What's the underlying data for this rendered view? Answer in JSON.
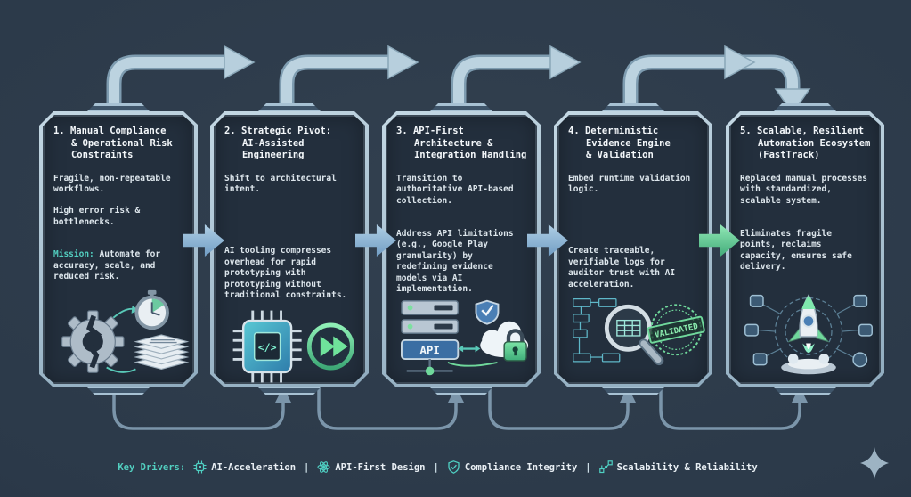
{
  "colors": {
    "background": "#2c3a4c",
    "panel_border": "#a7c1d3",
    "panel_bg": "#232f3d",
    "accent_teal": "#52cfc0",
    "arrow_pipe": "#b7cfdd",
    "mid_arrow_blue": "#7fa8c9",
    "mid_arrow_green": "#5fcf95",
    "text_primary": "#f3f7fa",
    "text_body": "#dde6ec"
  },
  "panels": [
    {
      "title": "1. Manual Compliance\n& Operational Risk\nConstraints",
      "paragraphs": [
        "Fragile, non-repeatable workflows.",
        "High error risk & bottlenecks."
      ],
      "mission_label": "Mission:",
      "mission_text": " Automate for accuracy, scale, and reduced risk.",
      "icons": [
        "broken-gear-icon",
        "stopwatch-icon",
        "document-stack-icon"
      ]
    },
    {
      "title": "2. Strategic Pivot:\nAI-Assisted\nEngineering",
      "paragraphs": [
        "Shift to architectural intent.",
        "AI tooling compresses overhead for rapid prototyping with prototyping without traditional constraints."
      ],
      "icons": [
        "ai-chip-icon",
        "fast-forward-icon"
      ]
    },
    {
      "title": "3. API-First\nArchitecture &\nIntegration Handling",
      "paragraphs": [
        "Transition to authoritative API-based collection.",
        "Address API limitations (e.g., Google Play granularity) by redefining evidence models via AI implementation."
      ],
      "icons": [
        "server-stack-icon",
        "api-box-icon",
        "shield-check-icon",
        "cloud-lock-icon"
      ]
    },
    {
      "title": "4. Deterministic\nEvidence Engine\n& Validation",
      "paragraphs": [
        "Embed runtime validation logic.",
        "Create traceable, verifiable logs for auditor trust with AI acceleration."
      ],
      "icons": [
        "magnifier-flowchart-icon",
        "validated-stamp-icon"
      ]
    },
    {
      "title": "5. Scalable, Resilient\nAutomation Ecosystem\n(FastTrack)",
      "paragraphs": [
        "Replaced manual processes with standardized, scalable system.",
        "Eliminates fragile points, reclaims capacity, ensures safe delivery."
      ],
      "icons": [
        "rocket-launch-icon",
        "orbit-nodes-icon"
      ]
    }
  ],
  "art": {
    "api_box": "API",
    "chip_code": "</>",
    "validated": "VALIDATED"
  },
  "footer": {
    "label": "Key Drivers:",
    "separator": "|",
    "items": [
      {
        "icon": "ai-chip-icon",
        "label": "AI-Acceleration"
      },
      {
        "icon": "api-atom-icon",
        "label": "API-First Design"
      },
      {
        "icon": "shield-check-icon",
        "label": "Compliance Integrity"
      },
      {
        "icon": "network-nodes-icon",
        "label": "Scalability & Reliability"
      }
    ]
  }
}
